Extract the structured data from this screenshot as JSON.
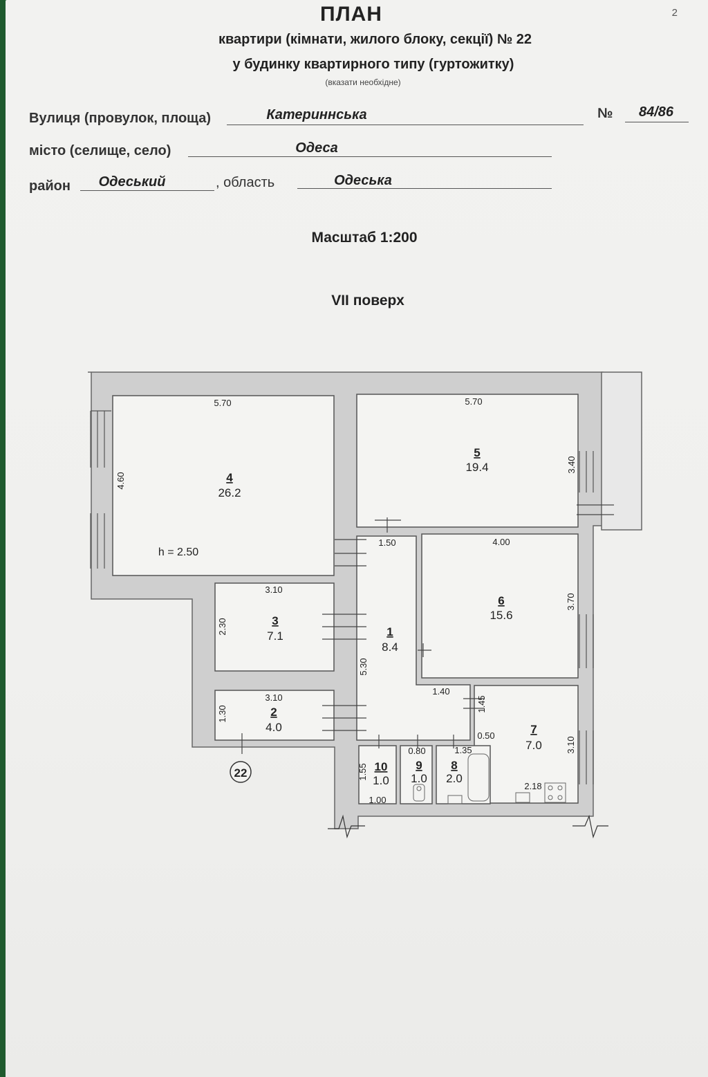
{
  "header": {
    "title": "ПЛАН",
    "page_number": "2",
    "line1": "квартири (кімнати, жилого блоку, секції) № 22",
    "line2": "у будинку квартирного типу (гуртожитку)",
    "note": "(вказати необхідне)"
  },
  "address": {
    "street_label": "Вулиця (провулок, площа)",
    "street": "Катериннська",
    "number_label": "№",
    "number": "84/86",
    "city_label": "місто (селище, село)",
    "city": "Одеса",
    "district_label": "район",
    "district": "Одеський",
    "region_label": ", область",
    "region": "Одеська"
  },
  "scale": "Масштаб 1:200",
  "floor": "VII поверх",
  "plan": {
    "apartment_marker": "22",
    "height_note": "h = 2.50",
    "rooms": [
      {
        "num": "4",
        "area": "26.2"
      },
      {
        "num": "5",
        "area": "19.4"
      },
      {
        "num": "6",
        "area": "15.6"
      },
      {
        "num": "3",
        "area": "7.1"
      },
      {
        "num": "1",
        "area": "8.4"
      },
      {
        "num": "2",
        "area": "4.0"
      },
      {
        "num": "7",
        "area": "7.0"
      },
      {
        "num": "10",
        "area": "1.0"
      },
      {
        "num": "9",
        "area": "1.0"
      },
      {
        "num": "8",
        "area": "2.0"
      }
    ],
    "dimensions": [
      "5.70",
      "5.70",
      "4.60",
      "3.40",
      "1.50",
      "4.00",
      "3.70",
      "3.10",
      "2.30",
      "5.30",
      "1.40",
      "1.45",
      "3.10",
      "1.30",
      "0.50",
      "3.10",
      "0.80",
      "1.35",
      "1.55",
      "1.00",
      "2.18"
    ]
  }
}
